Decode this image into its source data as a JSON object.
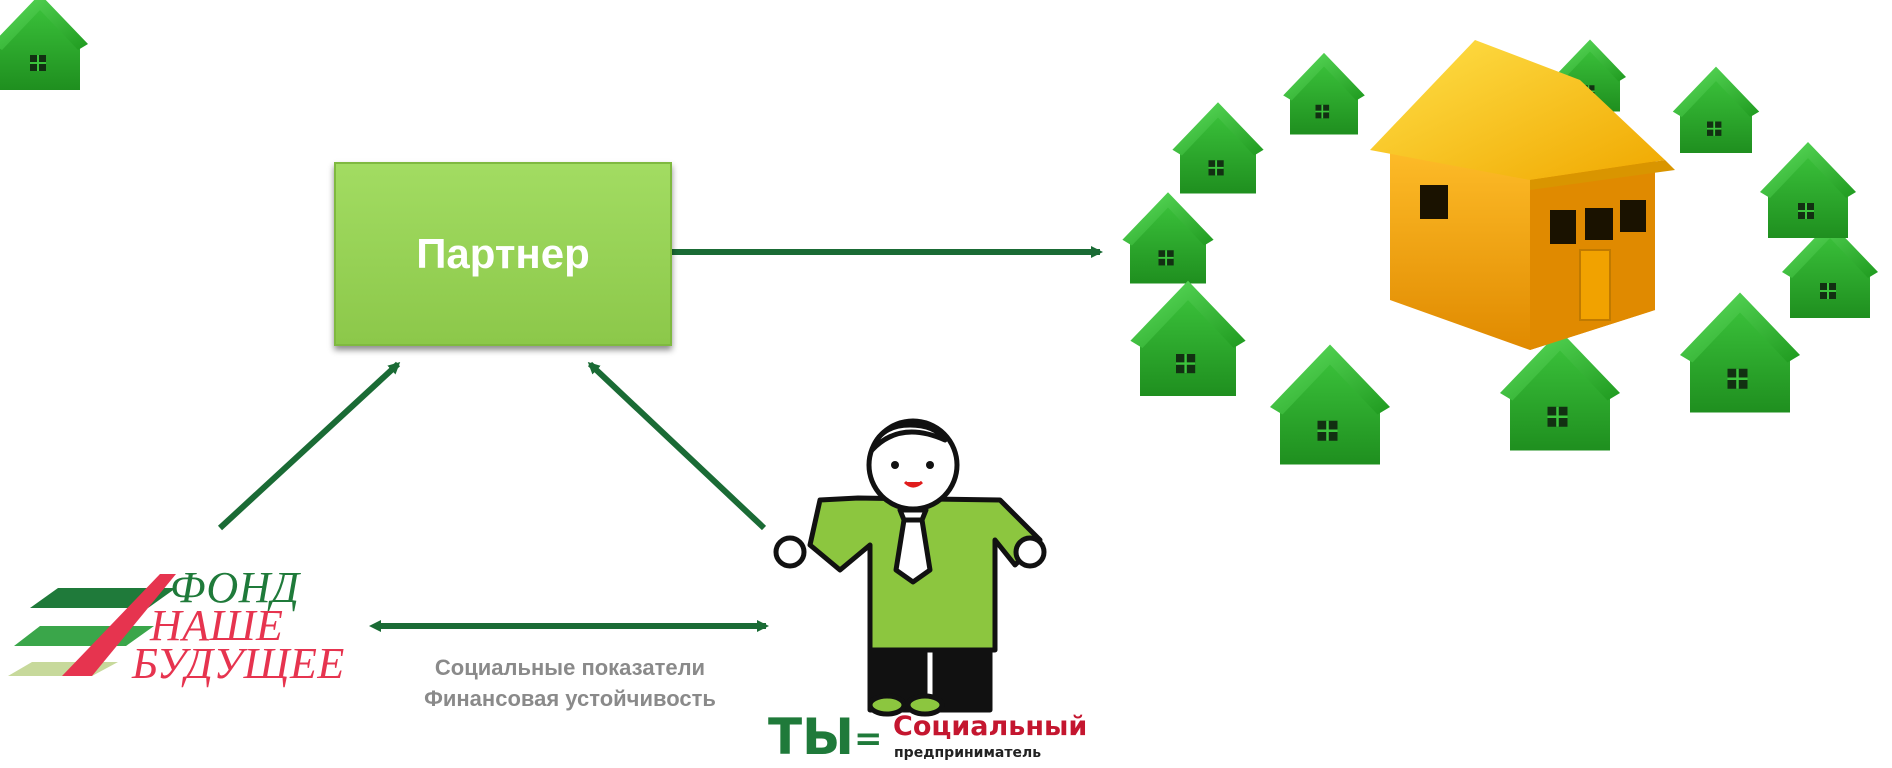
{
  "partner": {
    "label": "Партнер"
  },
  "fund_logo": {
    "line1": "ФОНД",
    "line2": "НАШЕ",
    "line3": "БУДУЩЕЕ",
    "colors": {
      "dark_green": "#1f7a3a",
      "mid_green": "#3aa64a",
      "light_green": "#c7d99b",
      "red": "#e6344f"
    }
  },
  "exchange_caption": {
    "line1": "Социальные показатели",
    "line2": "Финансовая устойчивость"
  },
  "you_label": {
    "ty": "ТЫ",
    "equals": "=",
    "role_top": "Социальный",
    "role_bottom": "предприниматель"
  },
  "colors": {
    "arrow": "#1a6b35",
    "partner_box": "#9ad45a",
    "house_green": "#2fb52f",
    "house_yellow": "#f5b400",
    "shirt": "#8cc63f"
  },
  "icons": {
    "community": "houses-circle-icon",
    "person": "entrepreneur-figure-icon"
  }
}
